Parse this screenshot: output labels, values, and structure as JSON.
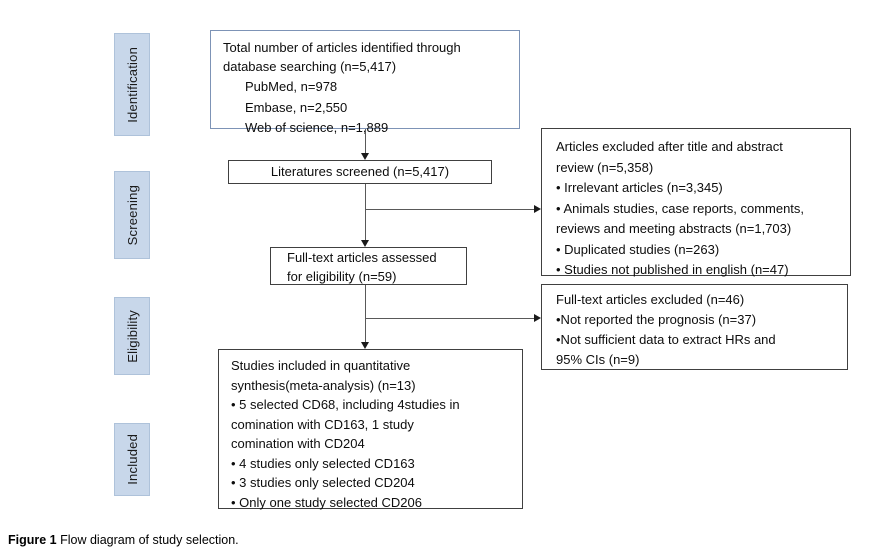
{
  "figure_title": "Flow diagram of study selection",
  "colors": {
    "stage_fill": "#c8d7ea",
    "stage_border": "#aec2da",
    "identified_box_border": "#7d93b6",
    "box_border": "#404040",
    "connector_line": "#595959",
    "text": "#111111"
  },
  "stages": {
    "identification": "Identification",
    "screening": "Screening",
    "eligibility": "Eligibility",
    "included": "Included"
  },
  "boxes": {
    "identified": {
      "para": [
        "Total number of articles identified through",
        "database searching (n=5,417)"
      ],
      "sources": [
        "PubMed, n=978",
        "Embase, n=2,550",
        "Web of science, n=1,889"
      ]
    },
    "screened": {
      "text": "Literatures screened (n=5,417)"
    },
    "title_abstract_excluded": {
      "lines": [
        "Articles excluded after title and abstract",
        "review (n=5,358)",
        "• Irrelevant articles (n=3,345)",
        "• Animals studies, case reports, comments,",
        "reviews and meeting abstracts (n=1,703)",
        "• Duplicated studies (n=263)",
        "• Studies not published in english (n=47)"
      ]
    },
    "fulltext_assessed": {
      "lines": [
        "Full-text articles assessed",
        "for eligibility (n=59)"
      ]
    },
    "fulltext_excluded": {
      "lines": [
        "Full-text articles excluded (n=46)",
        "•Not reported the prognosis (n=37)",
        "•Not sufficient data to extract HRs and",
        "95% CIs (n=9)"
      ]
    },
    "included_synthesis": {
      "lines": [
        "Studies included in quantitative",
        "synthesis(meta-analysis) (n=13)",
        "• 5 selected CD68, including 4studies in",
        "comination with CD163, 1 study",
        "comination with CD204",
        "• 4 studies only selected CD163",
        "• 3 studies only selected CD204",
        "• Only one study selected CD206"
      ]
    }
  },
  "caption": {
    "label": "Figure 1",
    "text": " Flow diagram of study selection."
  }
}
